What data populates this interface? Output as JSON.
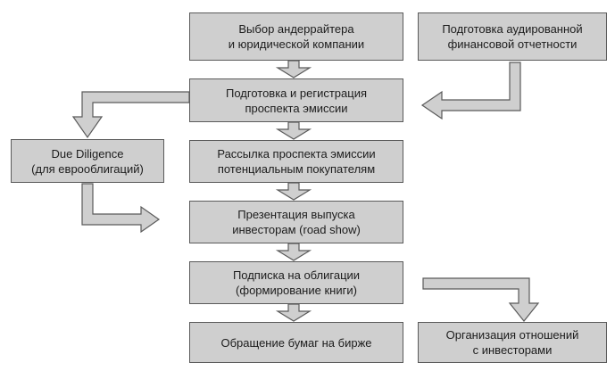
{
  "colors": {
    "box_fill": "#cfcfcf",
    "border": "#5a5a5a",
    "arrow_fill": "#cfcfcf",
    "arrow_stroke": "#5a5a5a",
    "text": "#1c1c1c"
  },
  "boxes": [
    {
      "id": "underwriter",
      "lines": [
        "Выбор андеррайтера",
        "и юридической компании"
      ]
    },
    {
      "id": "audit",
      "lines": [
        "Подготовка аудированной",
        "финансовой отчетности"
      ]
    },
    {
      "id": "prospectus",
      "lines": [
        "Подготовка и регистрация",
        "проспекта эмиссии"
      ]
    },
    {
      "id": "due_diligence",
      "lines": [
        "Due Diligence",
        "(для еврооблигаций)"
      ]
    },
    {
      "id": "distribution",
      "lines": [
        "Рассылка проспекта эмиссии",
        "потенциальным покупателям"
      ]
    },
    {
      "id": "presentation",
      "lines": [
        "Презентация выпуска",
        "инвесторам (road show)"
      ]
    },
    {
      "id": "subscription",
      "lines": [
        "Подписка на облигации",
        "(формирование книги)"
      ]
    },
    {
      "id": "trading",
      "lines": [
        "Обращение бумаг на бирже"
      ]
    },
    {
      "id": "relations",
      "lines": [
        "Организация отношений",
        "с инвесторами"
      ]
    }
  ]
}
